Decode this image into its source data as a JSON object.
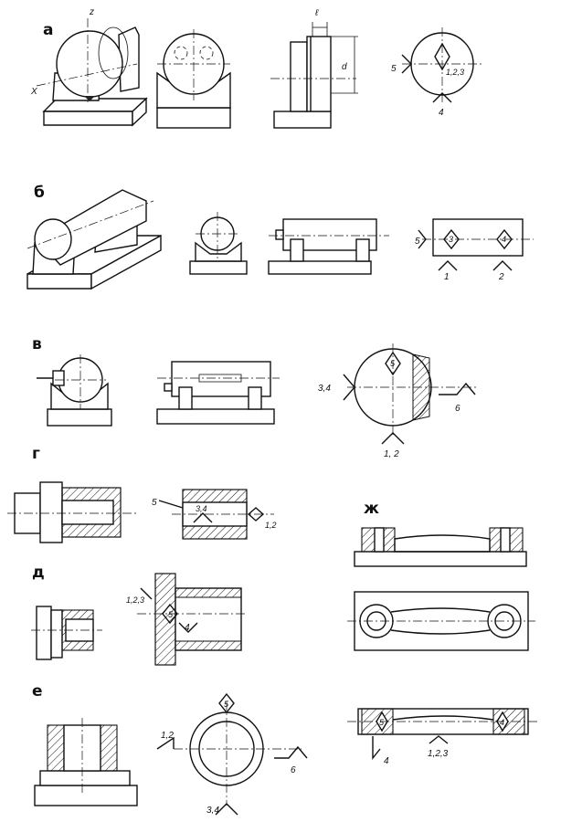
{
  "sections": {
    "a": {
      "label": "а",
      "axis_z": "z",
      "axis_x": "X",
      "dim_l": "ℓ",
      "dim_d": "d",
      "p5": "5",
      "p123": "1,2,3",
      "p4": "4"
    },
    "b": {
      "label": "б",
      "p5": "5",
      "p3": "3",
      "p4": "4",
      "p1": "1",
      "p2": "2"
    },
    "v": {
      "label": "в",
      "p34": "3,4",
      "p5": "5",
      "p6": "6",
      "p12": "1, 2"
    },
    "g": {
      "label": "г",
      "p5": "5",
      "p34": "3,4",
      "p12": "1,2"
    },
    "d": {
      "label": "д",
      "p123": "1,2,3",
      "p5": "5",
      "p4": "4"
    },
    "e": {
      "label": "е",
      "p5": "5",
      "p12": "1,2",
      "p6": "6",
      "p34": "3,4"
    },
    "zh": {
      "label": "ж",
      "p5": "5",
      "p4": "4",
      "p4b": "4",
      "p123": "1,2,3"
    }
  }
}
